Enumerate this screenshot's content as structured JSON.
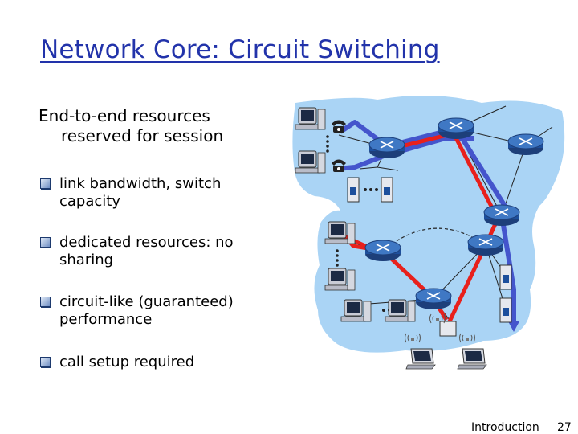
{
  "slide": {
    "title": "Network Core: Circuit Switching",
    "lead": [
      "End-to-end resources",
      "reserved for session"
    ],
    "bullets": [
      [
        "link bandwidth,  switch",
        "capacity"
      ],
      [
        "dedicated resources: no",
        "sharing"
      ],
      [
        "circuit-like (guaranteed)",
        "performance"
      ],
      [
        "call setup required"
      ]
    ],
    "footer": {
      "label": "Introduction",
      "page": "27"
    }
  },
  "colors": {
    "title": "#2233aa",
    "cloud": "#aad4f5",
    "router": "#1d4f9c",
    "circuit_red": "#e8201c",
    "circuit_blue": "#4455cc"
  },
  "icons": [
    "desktop-computer-icon",
    "telephone-icon",
    "server-icon",
    "laptop-icon",
    "router-icon",
    "wireless-signal-icon"
  ]
}
